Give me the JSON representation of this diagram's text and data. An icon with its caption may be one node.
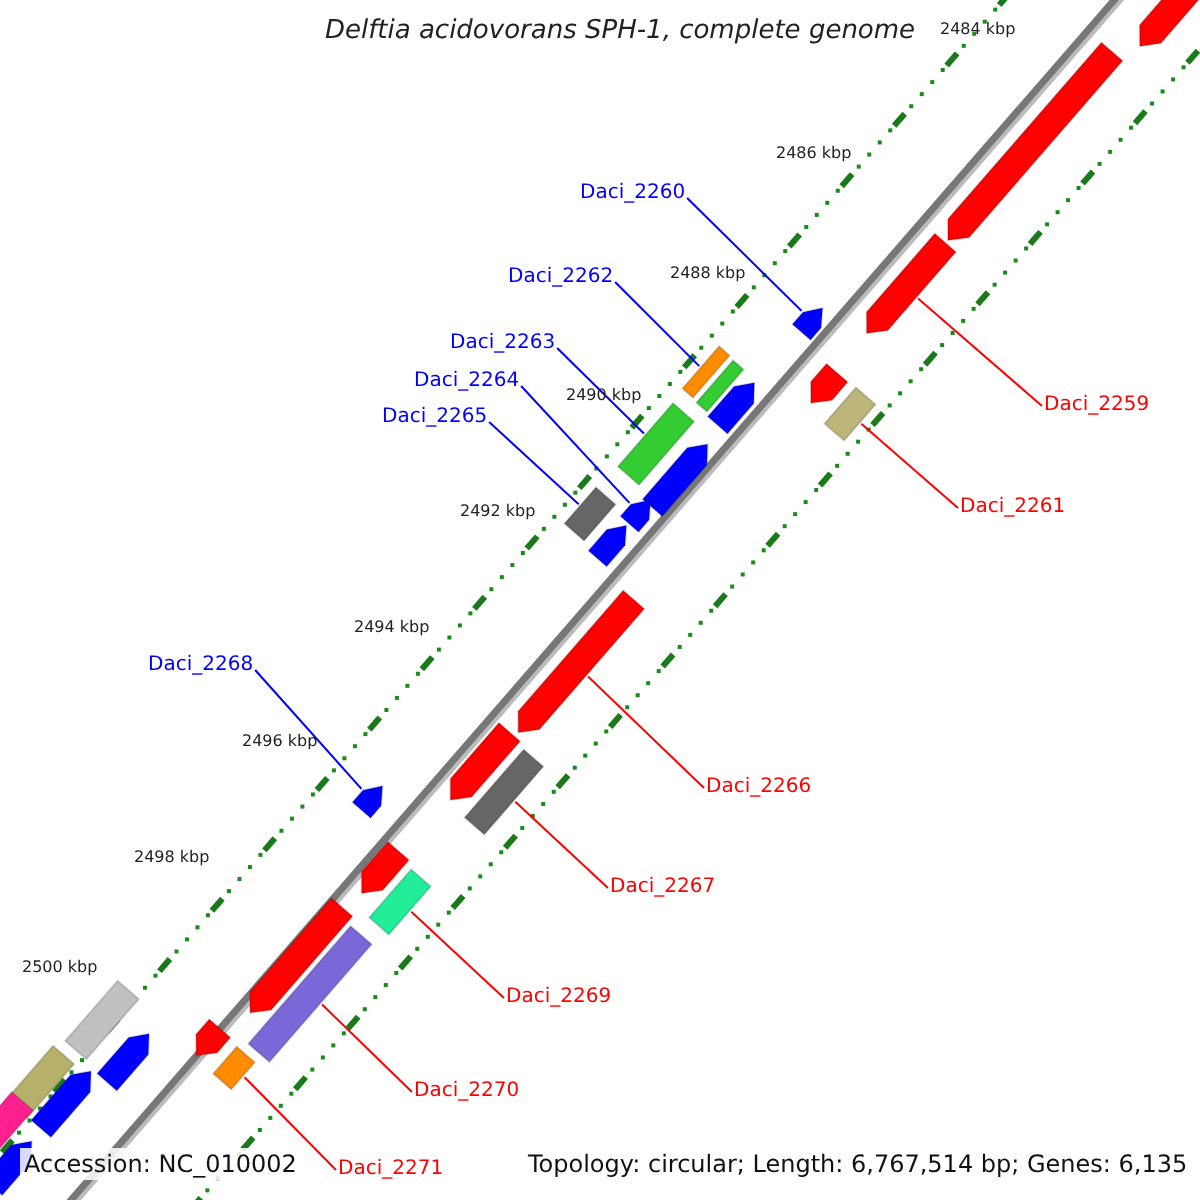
{
  "diagram": {
    "title": "Delftia acidovorans SPH-1, complete genome",
    "nodes": [
      {
        "text": [
          "Daci_2260"
        ]
      },
      {
        "text": [
          "Daci_2262"
        ]
      },
      {
        "text": [
          "Daci_2263"
        ]
      },
      {
        "text": [
          "Daci_2264"
        ]
      },
      {
        "text": [
          "Daci_2259"
        ]
      },
      {
        "text": [
          "Daci_2265"
        ]
      },
      {
        "text": [
          "Daci_2261"
        ]
      },
      {
        "text": [
          "Daci_2268"
        ]
      },
      {
        "text": [
          "Daci_2266"
        ]
      },
      {
        "text": [
          "Daci_2267"
        ]
      },
      {
        "text": [
          "Daci_2269"
        ]
      },
      {
        "text": [
          "Daci_2270"
        ]
      },
      {
        "text": [
          "Daci_2271"
        ]
      },
      {
        "text": [],
        "shape": "pentagon"
      },
      {
        "text": [],
        "shape": "pentagon"
      },
      {
        "text": [],
        "shape": "pentagon"
      },
      {
        "text": [],
        "shape": "pentagon"
      },
      {
        "text": [],
        "shape": "box"
      },
      {
        "text": [],
        "shape": "pentagon"
      },
      {
        "text": [],
        "shape": "box"
      },
      {
        "text": [],
        "shape": "pentagon"
      },
      {
        "text": [],
        "shape": "box"
      },
      {
        "text": [],
        "shape": "box"
      },
      {
        "text": [],
        "shape": "pentagon"
      },
      {
        "text": [],
        "shape": "pentagon"
      },
      {
        "text": [],
        "shape": "box"
      },
      {
        "text": [],
        "shape": "pentagon"
      },
      {
        "text": [],
        "shape": "pentagon"
      },
      {
        "text": [],
        "shape": "pentagon"
      },
      {
        "text": [],
        "shape": "box"
      },
      {
        "text": [],
        "shape": "pentagon"
      },
      {
        "text": [],
        "shape": "pentagon"
      },
      {
        "text": [],
        "shape": "box"
      },
      {
        "text": [],
        "shape": "pentagon"
      },
      {
        "text": [],
        "shape": "box"
      },
      {
        "text": [],
        "shape": "box"
      },
      {
        "text": [],
        "shape": "pentagon"
      },
      {
        "text": [],
        "shape": "pentagon"
      },
      {
        "text": [],
        "shape": "box"
      },
      {
        "text": [],
        "shape": "box"
      },
      {
        "text": [],
        "shape": "pentagon"
      },
      {
        "text": [],
        "shape": "box"
      },
      {
        "text": [],
        "shape": "pentagon"
      }
    ],
    "edges": [
      {
        "from": 0,
        "to": 16,
        "arrow": "none",
        "color": "#0000ff"
      },
      {
        "from": 1,
        "to": 17,
        "arrow": "none",
        "color": "#0000ff"
      },
      {
        "from": 2,
        "to": 22,
        "arrow": "none",
        "color": "#0000ff"
      },
      {
        "from": 3,
        "to": 24,
        "arrow": "none",
        "color": "#0000ff"
      },
      {
        "from": 4,
        "to": 15,
        "arrow": "none"
      },
      {
        "from": 5,
        "to": 25,
        "arrow": "none",
        "color": "#0000ff"
      },
      {
        "from": 6,
        "to": 21,
        "arrow": "none"
      },
      {
        "from": 7,
        "to": 30,
        "arrow": "none",
        "color": "#0000ff"
      },
      {
        "from": 8,
        "to": 27,
        "arrow": "none"
      },
      {
        "from": 9,
        "to": 29,
        "arrow": "none"
      },
      {
        "from": 10,
        "to": 32,
        "arrow": "none"
      },
      {
        "from": 11,
        "to": 34,
        "arrow": "none"
      },
      {
        "from": 12,
        "to": 38,
        "arrow": "none"
      }
    ],
    "labels": [
      "2484 kbp",
      "2486 kbp",
      "2488 kbp",
      "2490 kbp",
      "2492 kbp",
      "2494 kbp",
      "2496 kbp",
      "2498 kbp",
      "2500 kbp",
      "Accession: NC_010002",
      "Topology: circular; Length: 6,767,514 bp; Genes: 6,135"
    ]
  }
}
